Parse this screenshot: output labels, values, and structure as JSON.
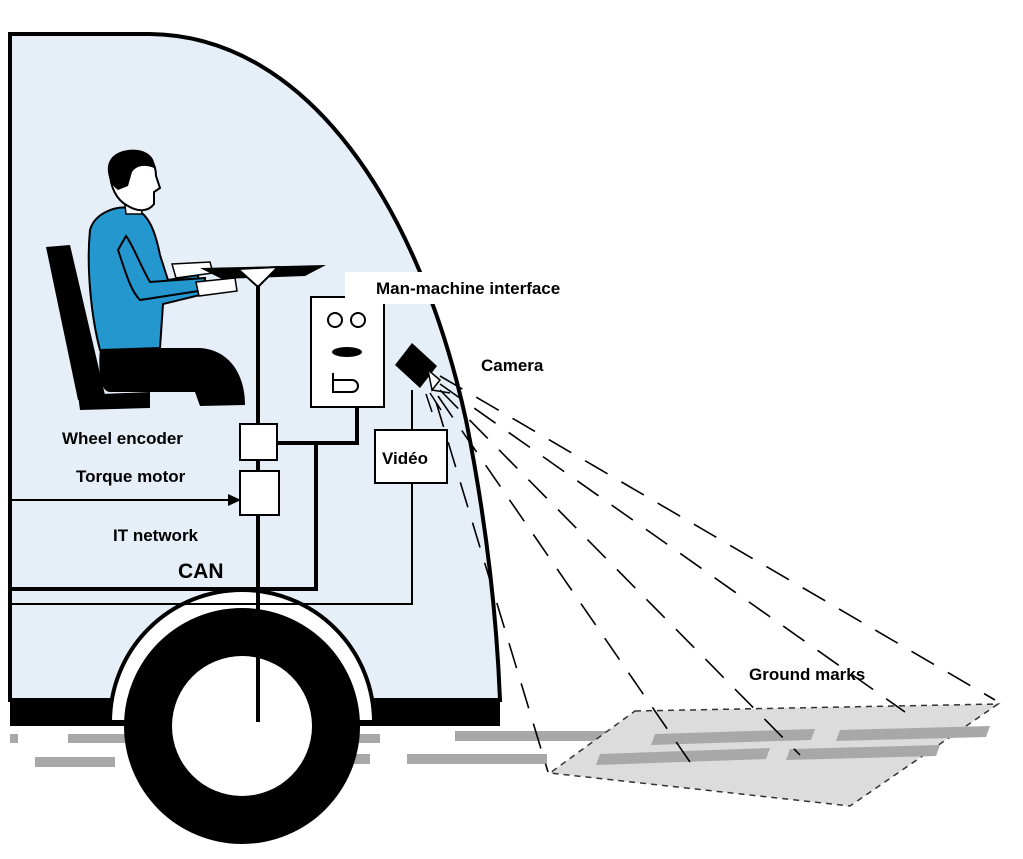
{
  "labels": {
    "man_machine_interface": "Man-machine interface",
    "camera": "Camera",
    "wheel_encoder": "Wheel encoder",
    "torque_motor": "Torque motor",
    "it_network": "IT network",
    "can": "CAN",
    "video": "Vidéo",
    "ground_marks": "Ground marks"
  },
  "colors": {
    "vehicle_body": "#e6eef8",
    "outline": "#000000",
    "shirt": "#2497cf",
    "road_marks": "#a8a8a8",
    "ground_area": "#dcdcdc"
  }
}
